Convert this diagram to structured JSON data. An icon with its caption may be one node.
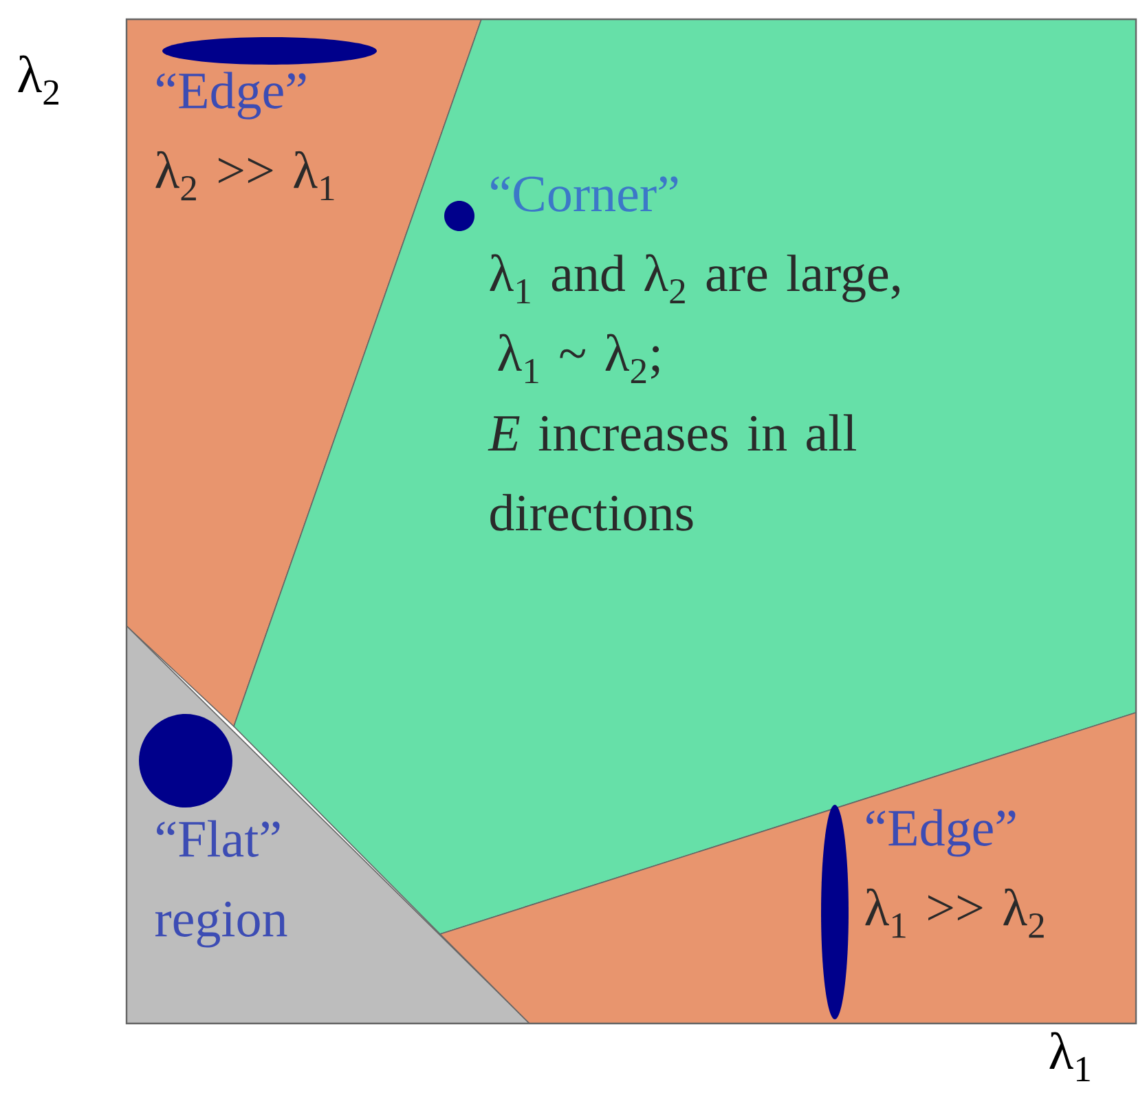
{
  "diagram": {
    "nodes": [
      {
        "text": [
          "“Edge”",
          "λ$_{2}$ >> λ$_{1}$"
        ]
      },
      {
        "text": [
          "“Corner”",
          "λ$_{1}$ and λ$_{2}$ are large,",
          "λ$_{1}$ ~ λ$_{2}$;",
          "*E* increases in all directions"
        ]
      },
      {
        "text": [
          "“Flat” region"
        ]
      },
      {
        "text": [
          "“Edge”",
          "λ$_{1}$ >> λ$_{2}$"
        ]
      }
    ],
    "labels": [
      "λ$_{2}$",
      "λ$_{1}$"
    ]
  }
}
